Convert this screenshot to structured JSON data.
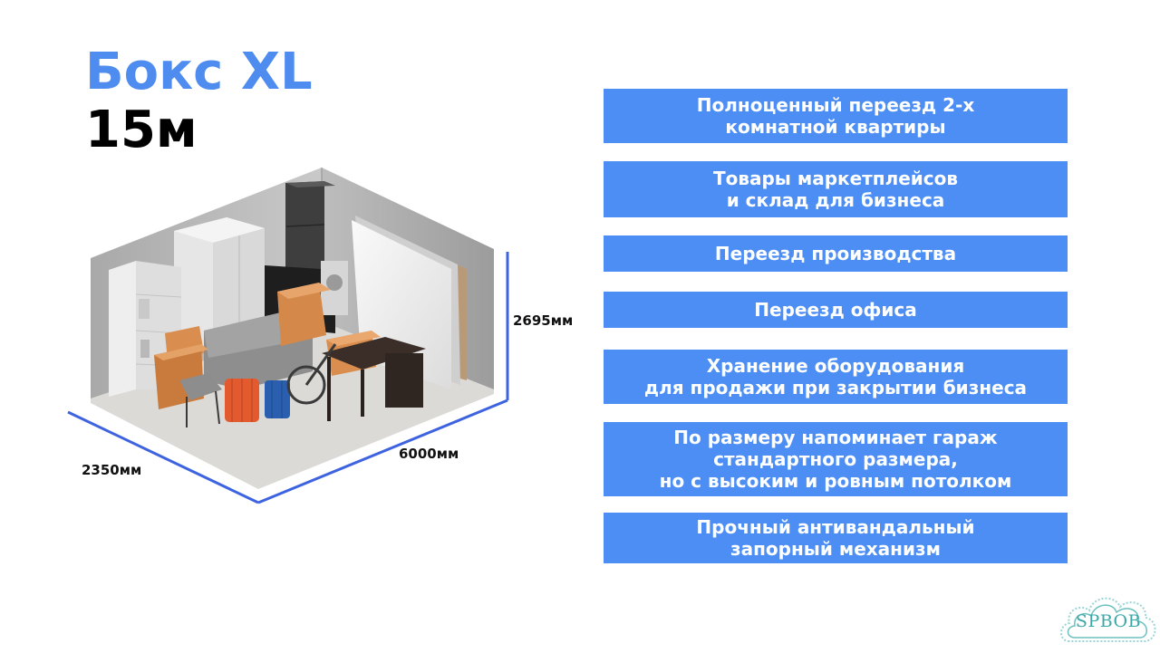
{
  "header": {
    "title": "Бокс XL",
    "subtitle": "15м"
  },
  "dimensions": {
    "depth": "2350мм",
    "length": "6000мм",
    "height": "2695мм"
  },
  "features": [
    "Полноценный переезд 2-х\nкомнатной квартиры",
    "Товары маркетплейсов\nи склад для бизнеса",
    "Переезд производства",
    "Переезд офиса",
    "Хранение оборудования\nдля продажи при закрытии бизнеса",
    "По размеру напоминает гараж\nстандартного размера,\nно с высоким и ровным потолком",
    "Прочный антивандальный\nзапорный механизм"
  ],
  "logo": {
    "text": "SPBOB"
  },
  "colors": {
    "accent_blue": "#4d8ef5",
    "title_blue": "#4f8cf0",
    "dimension_line": "#3d63e0",
    "logo_teal": "#3aa8a8"
  }
}
